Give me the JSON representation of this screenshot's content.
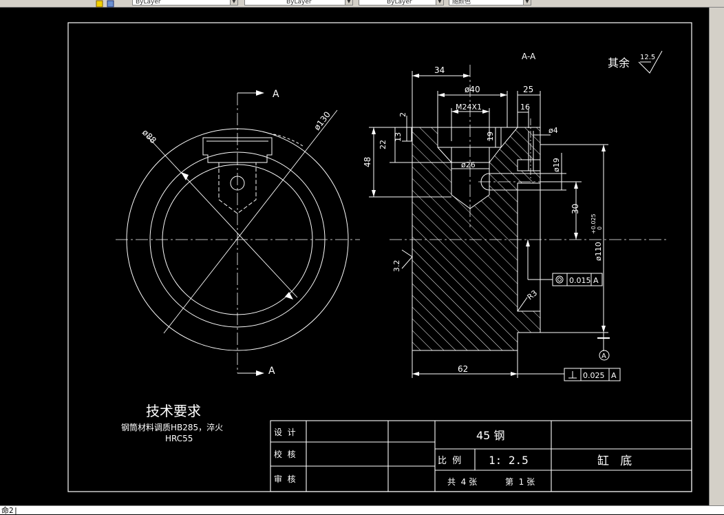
{
  "toolbar": {
    "fields": [
      "ByLayer",
      "ByLayer",
      "ByLayer",
      "随颜色"
    ]
  },
  "section": {
    "title": "A-A",
    "cut_label_top": "A",
    "cut_label_bottom": "A"
  },
  "front_view": {
    "dim_d88": "ø88",
    "dim_d130": "ø130"
  },
  "section_dims": {
    "d34": "34",
    "d40": "ø40",
    "d25": "25",
    "m24": "M24X1",
    "d16": "16",
    "d2": "2",
    "d13": "13",
    "d22": "22",
    "d19v": "19",
    "d4": "ø4",
    "d48": "48",
    "d26": "ø26",
    "d19": "ø19",
    "d30": "30",
    "d110": "ø110",
    "tol_plus": "+0.025",
    "tol_zero": "0",
    "r3": "R3",
    "d62": "62",
    "rough_32": "3.2",
    "datum": "A"
  },
  "gdt": {
    "concentricity": {
      "value": "0.015",
      "datum": "A"
    },
    "perpendicularity": {
      "value": "0.025",
      "datum": "A"
    }
  },
  "roughness_note": {
    "label": "其余",
    "value": "12.5"
  },
  "tech_req": {
    "title": "技术要求",
    "line1": "钢筒材料调质HB285，淬火",
    "line2": "HRC55"
  },
  "title_block": {
    "design": "设  计",
    "check": "校  核",
    "review": "审  核",
    "material": "45 钢",
    "scale_label": "比  例",
    "scale_value": "1: 2.5",
    "part_name": "缸   底",
    "sheets_total": "共  4 张",
    "sheet_no": "第  1 张"
  },
  "command_line": {
    "text": "命2"
  }
}
